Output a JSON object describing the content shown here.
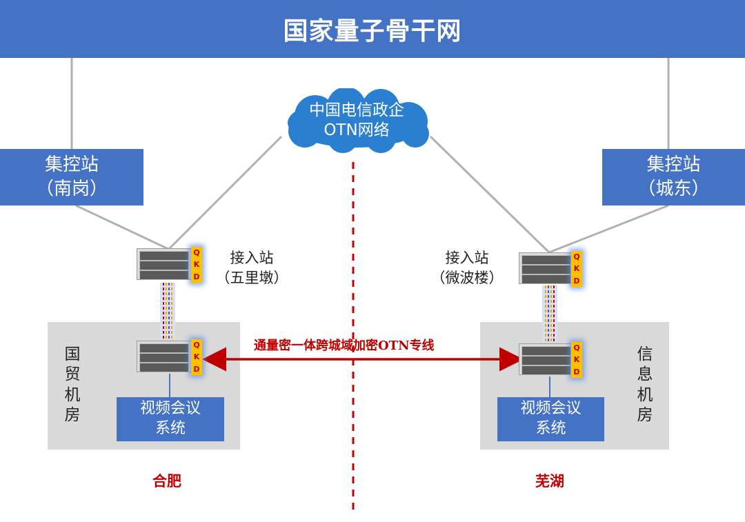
{
  "banner": {
    "title": "国家量子骨干网"
  },
  "cloud": {
    "line1": "中国电信政企",
    "line2": "OTN网络"
  },
  "left": {
    "control_station": {
      "line1": "集控站",
      "line2": "（南岗）"
    },
    "access_station": {
      "line1": "接入站",
      "line2": "（五里墩）"
    },
    "room_label": [
      "国",
      "贸",
      "机",
      "房"
    ],
    "video_conf": {
      "line1": "视频会议",
      "line2": "系统"
    },
    "city": "合肥"
  },
  "right": {
    "control_station": {
      "line1": "集控站",
      "line2": "（城东）"
    },
    "access_station": {
      "line1": "接入站",
      "line2": "（微波楼）"
    },
    "room_label": [
      "信",
      "息",
      "机",
      "房"
    ],
    "video_conf": {
      "line1": "视频会议",
      "line2": "系统"
    },
    "city": "芜湖"
  },
  "qkd_letters": [
    "Q",
    "K",
    "D"
  ],
  "link_label": "通量密一体跨城域加密OTN专线",
  "colors": {
    "banner": "#4472c4",
    "box": "#4472c4",
    "room": "#d9d9d9",
    "qkd": "#ffc000",
    "red": "#c00000",
    "cloud": "#2a7fd0",
    "line": "#b0b0b0"
  }
}
